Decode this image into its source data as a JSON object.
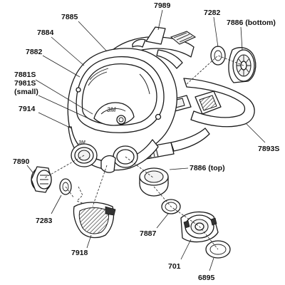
{
  "labels": {
    "l7989": "7989",
    "l7885": "7885",
    "l7282": "7282",
    "l7886_bottom": "7886 (bottom)",
    "l7884": "7884",
    "l7882": "7882",
    "l7881s": "7881S",
    "l7981s": "7981S",
    "l7981s_small": "(small)",
    "l7914": "7914",
    "l7893s": "7893S",
    "l7890": "7890",
    "l7886_top": "7886 (top)",
    "l7283": "7283",
    "l7887": "7887",
    "l7918": "7918",
    "l701": "701",
    "l6895": "6895"
  },
  "brand_marks": [
    "3M",
    "3M"
  ]
}
